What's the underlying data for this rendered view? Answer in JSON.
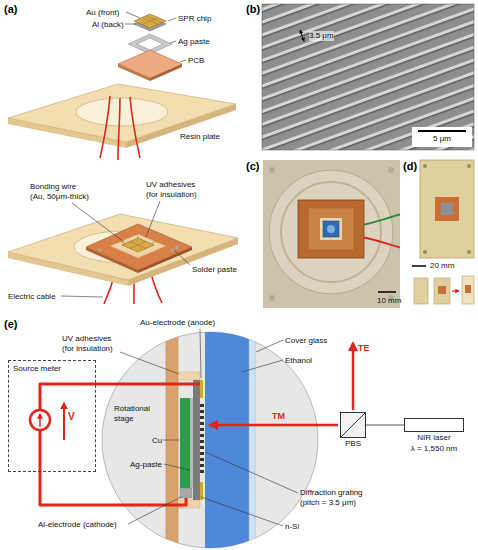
{
  "diagram": {
    "nodes": [
      {
        "text": [
          "Source meter"
        ]
      },
      {
        "text": [
          "PBS"
        ]
      },
      {
        "text": [
          "NIR laser",
          "λ = 1,550 nm"
        ]
      }
    ],
    "edges": [
      {
        "from": 2,
        "to": 1,
        "arrow": "none"
      }
    ],
    "labels": [
      "(a)",
      "Au (front)",
      "Al (back)",
      "SPR chip",
      "Ag paste",
      "PCB",
      "Resin plate",
      "Bonding wire (Au, 50μm-thick)",
      "UV adhesives (for insulation)",
      "Solder paste",
      "Electric cable",
      "(b)",
      "3.5 μm",
      "5 μm",
      "(c)",
      "10 mm",
      "(d)",
      "20 mm",
      "(e)",
      "UV adhesives (for insulation)",
      "Au-electrode (anode)",
      "Cover glass",
      "Ethanol",
      "Rotational stage",
      "V",
      "Cu",
      "Ag-paste",
      "TE",
      "TM",
      "Al-electrode (cathode)",
      "n-Si",
      "Diffraction grating (pitch = 3.5 μm)"
    ]
  }
}
